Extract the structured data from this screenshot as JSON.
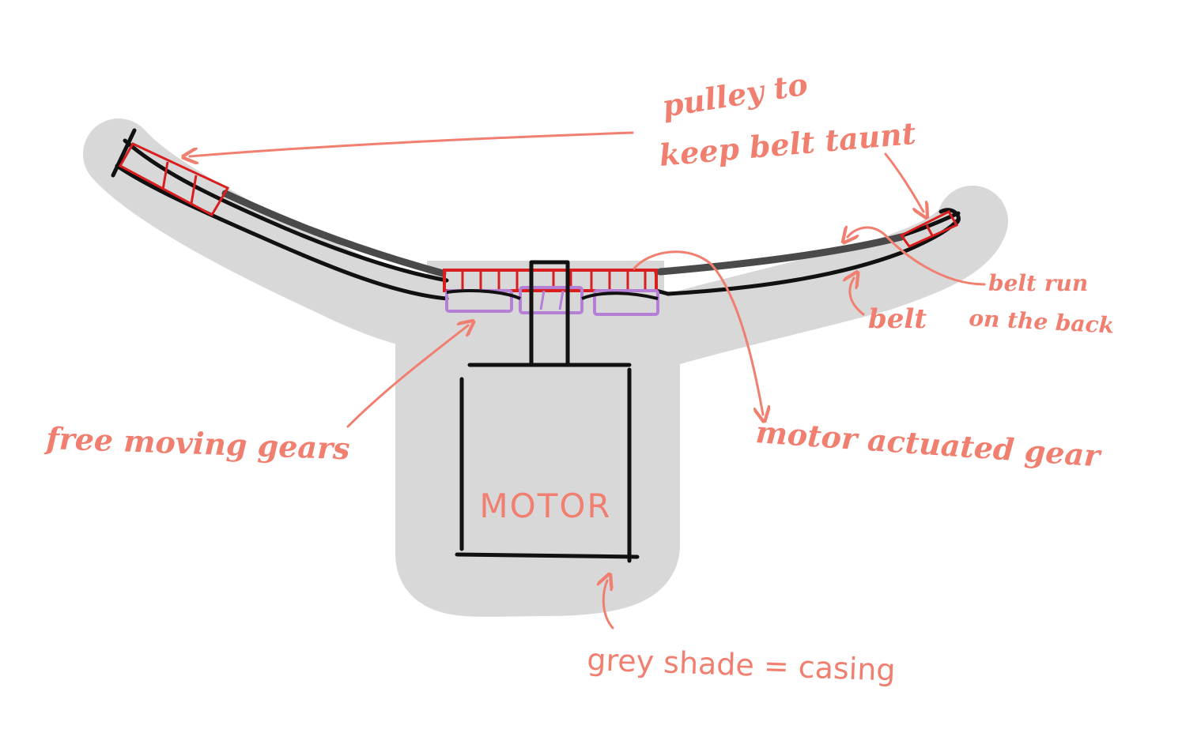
{
  "colors": {
    "background": "#ffffff",
    "casing": "#d9d8d9",
    "ink": "#111111",
    "belt_back": "#4a4a4a",
    "gear_red": "#d81e1e",
    "free_gear_purple": "#b57fd6",
    "annotation": "#f07f70"
  },
  "labels": {
    "pulley_line1": "pulley to",
    "pulley_line2": "keep belt taunt",
    "belt_back_line1": "belt run",
    "belt_back_line2": "on the back",
    "belt": "belt",
    "free_gears": "free moving gears",
    "motor_gear": "motor actuated gear",
    "motor": "MOTOR",
    "casing_legend": "grey shade = casing"
  },
  "icons": [
    "arrow-icon"
  ]
}
